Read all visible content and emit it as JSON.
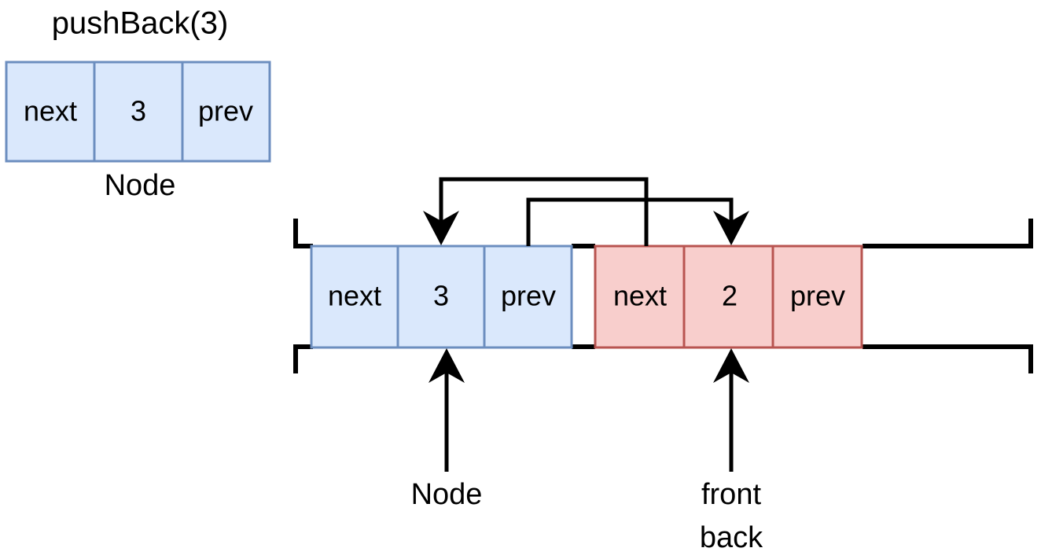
{
  "diagram": {
    "title": "pushBack(3)",
    "operation_label": "pushBack(3)",
    "colors": {
      "blue_fill": "#dae8fc",
      "blue_stroke": "#6c8ebf",
      "red_fill": "#f8cecc",
      "red_stroke": "#b85450",
      "line": "#000000",
      "background": "#ffffff"
    },
    "standalone_node": {
      "caption": "Node",
      "cells": [
        {
          "label": "next"
        },
        {
          "label": "3"
        },
        {
          "label": "prev"
        }
      ]
    },
    "list": {
      "nodes": [
        {
          "color": "blue",
          "caption": "Node",
          "cells": [
            {
              "label": "next"
            },
            {
              "label": "3"
            },
            {
              "label": "prev"
            }
          ]
        },
        {
          "color": "red",
          "caption_lines": [
            "front",
            "back"
          ],
          "cells": [
            {
              "label": "next"
            },
            {
              "label": "2"
            },
            {
              "label": "prev"
            }
          ]
        }
      ],
      "captions": {
        "left_node": "Node",
        "right_node_line1": "front",
        "right_node_line2": "back"
      }
    },
    "connections": [
      {
        "from": "node2.next",
        "to": "node1.value",
        "description": "next pointer of node 2 points to node 3"
      },
      {
        "from": "node1.prev",
        "to": "node2.value",
        "description": "prev pointer of node 3 points to node 2"
      }
    ]
  }
}
